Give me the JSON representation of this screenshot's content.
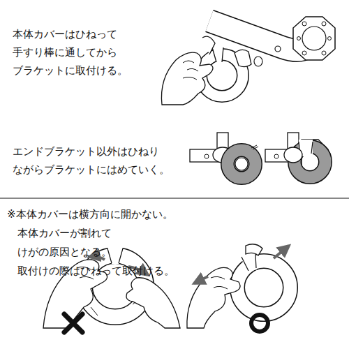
{
  "diagram": {
    "labels": [
      "本体カバーはひねって 手すり棒に通してから ブラケットに取付ける。",
      "エンドブラケット以外はひねり ながらブラケットにはめていく。",
      "※本体カバーは横方向に開かない。本体カバーが割れて けがの原因となる。取付けの際はひねって取付ける。"
    ]
  }
}
